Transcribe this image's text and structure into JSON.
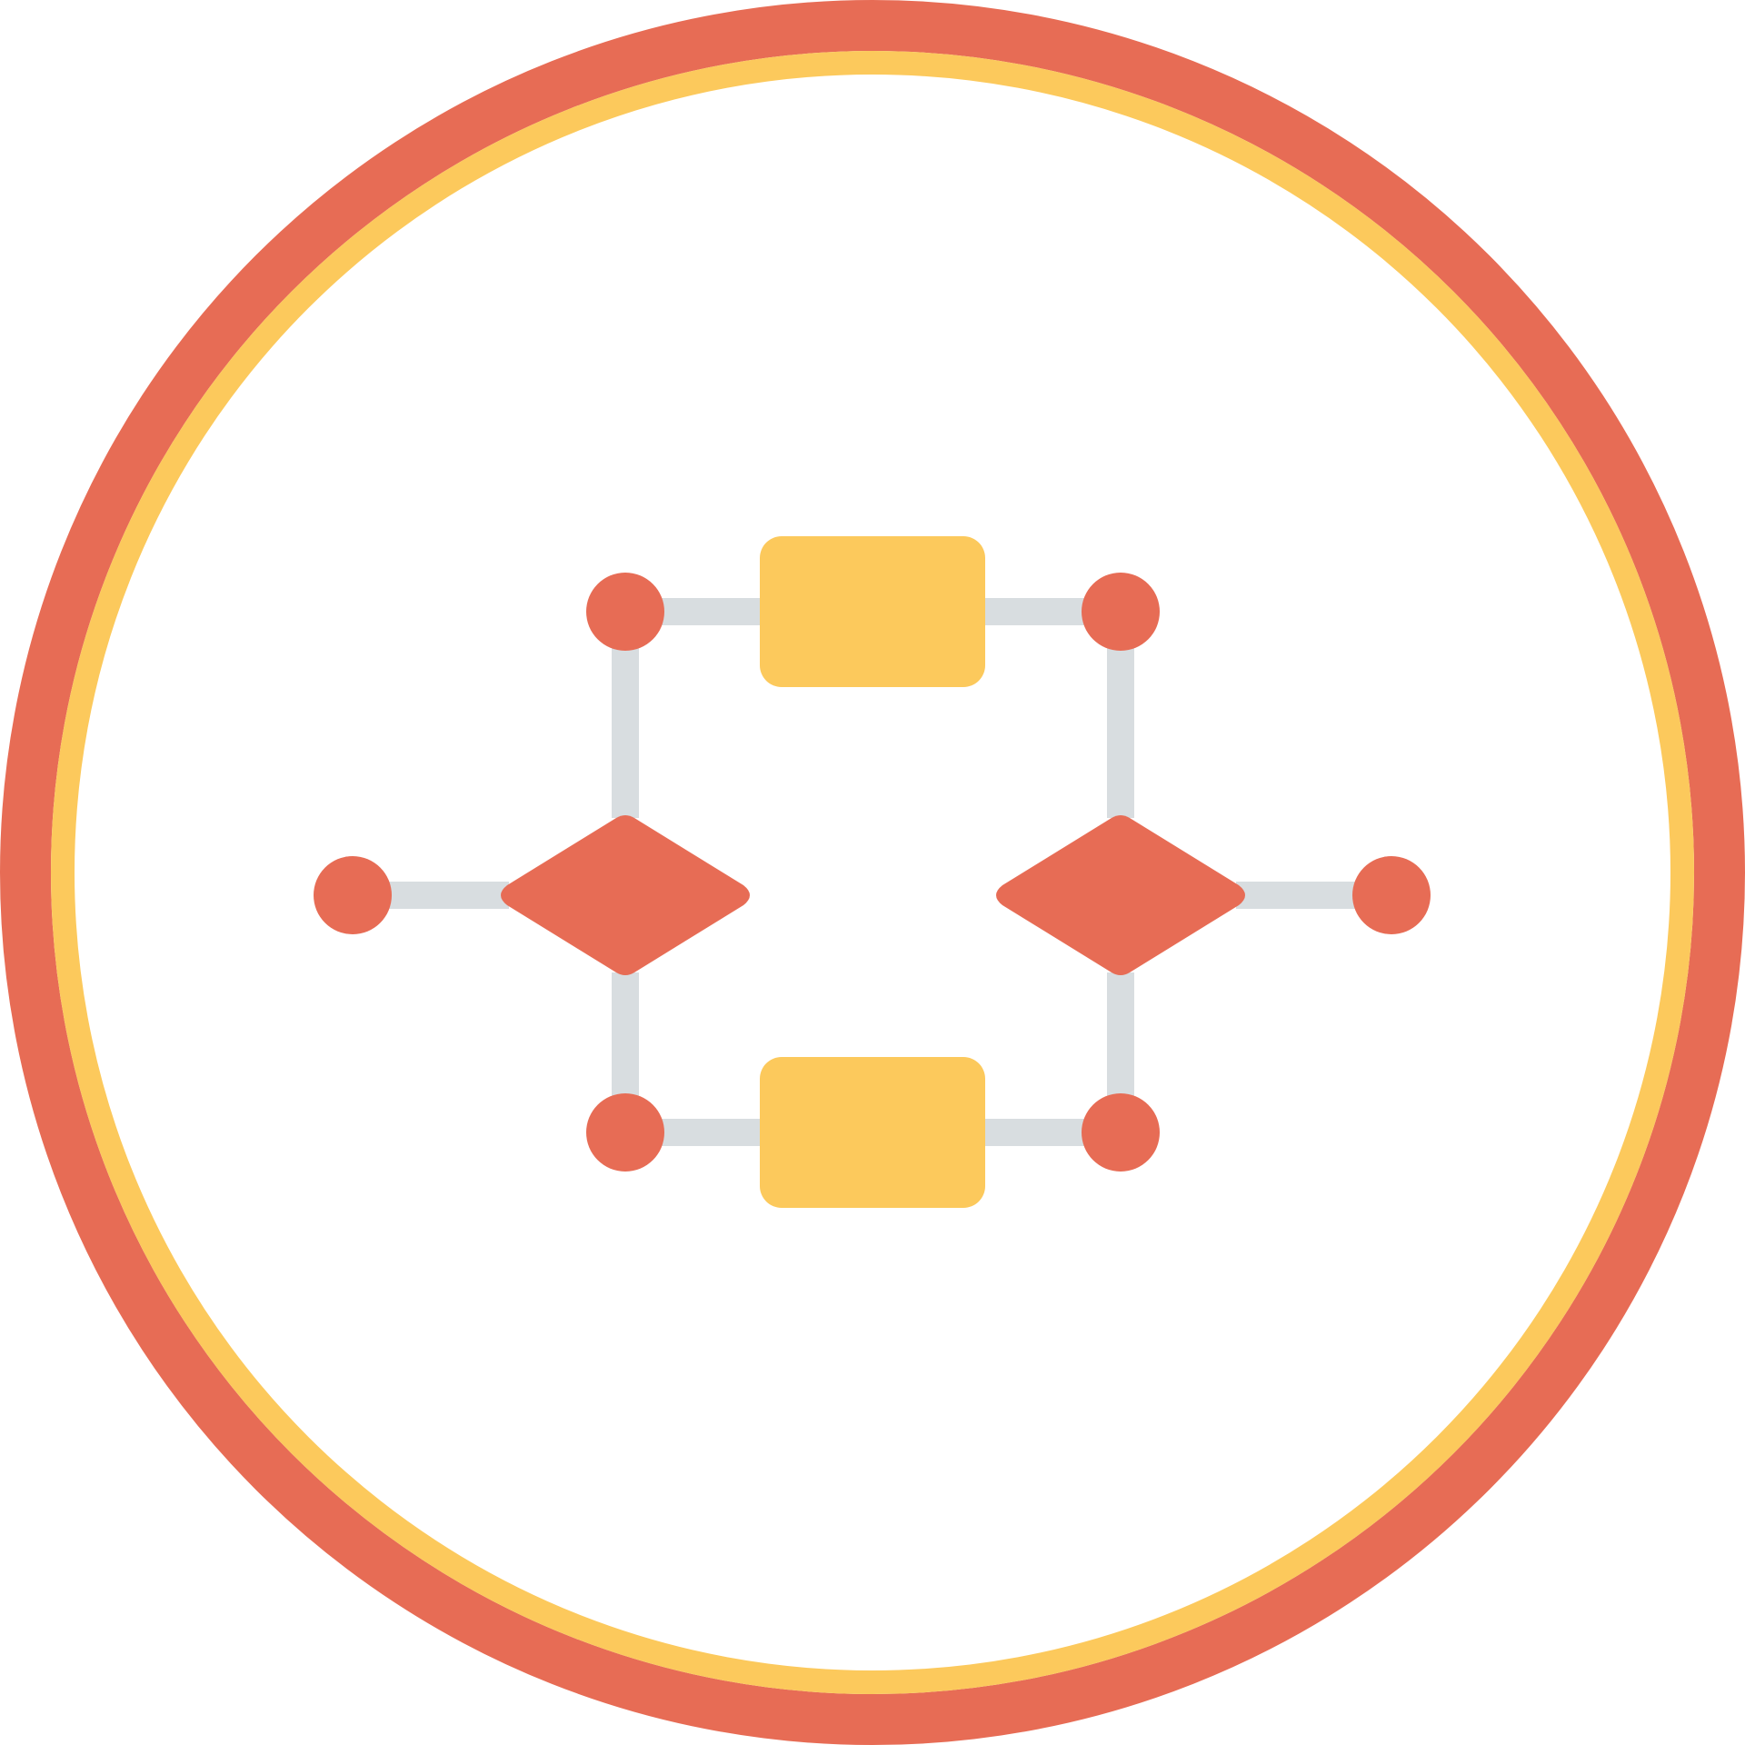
{
  "icon": {
    "name": "flowchart-icon",
    "colors": {
      "background": "#ffffff",
      "outer_ring": "#E76C55",
      "inner_ring": "#FCC95C",
      "connector": "#D8DDE0",
      "decision": "#E76C55",
      "node": "#E76C55",
      "process": "#FCC95C"
    },
    "parts": {
      "outer_ring": "outer-ring",
      "inner_ring": "inner-ring",
      "connectors": "connector-lines",
      "process_blocks": [
        "process-block-top",
        "process-block-bottom"
      ],
      "decision_diamonds": [
        "decision-diamond-left",
        "decision-diamond-right"
      ],
      "nodes": [
        "node-top-left",
        "node-top-right",
        "node-left",
        "node-right",
        "node-bottom-left",
        "node-bottom-right"
      ]
    }
  }
}
